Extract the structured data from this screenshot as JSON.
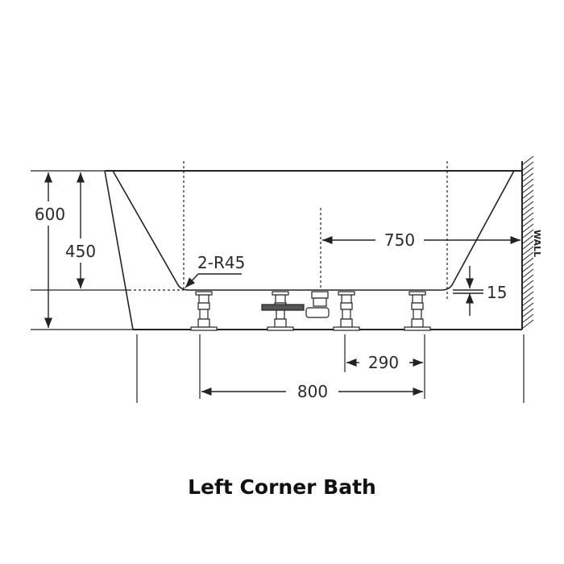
{
  "title": "Left Corner Bath",
  "dimensions": {
    "overall_height": "600",
    "inner_depth": "450",
    "waste_to_wall": "750",
    "corner_radius": "2-R45",
    "floor_offset": "15",
    "leg_spacing_inner": "290",
    "leg_spacing_outer": "800"
  },
  "wall_label": "WALL",
  "colors": {
    "line": "#222222",
    "background": "#ffffff"
  }
}
